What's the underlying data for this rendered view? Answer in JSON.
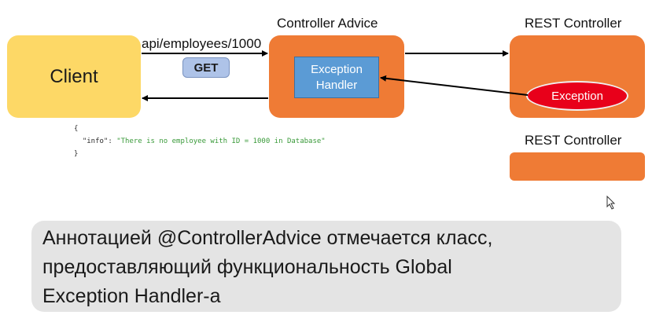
{
  "nodes": {
    "client": "Client",
    "controller_advice_title": "Controller Advice",
    "exception_handler_line1": "Exception",
    "exception_handler_line2": "Handler",
    "rest_controller_1_title": "REST Controller",
    "exception_label": "Exception",
    "rest_controller_2_title": "REST Controller"
  },
  "request": {
    "url": "api/employees/1000",
    "method": "GET"
  },
  "response_json": {
    "open_brace": "{",
    "key": "\"info\"",
    "colon": ": ",
    "value": "\"There is no employee with ID = 1000 in Database\"",
    "close_brace": "}"
  },
  "caption": {
    "line1": "Аннотацией @ControllerAdvice отмечается класс,",
    "line2": "предоставляющий функциональность Global",
    "line3": "Exception Handler-a"
  },
  "colors": {
    "client": "#fdd866",
    "orange": "#ef7b35",
    "handler": "#5b9bd5",
    "exception": "#e8001a",
    "get_badge": "#aec3e8"
  }
}
